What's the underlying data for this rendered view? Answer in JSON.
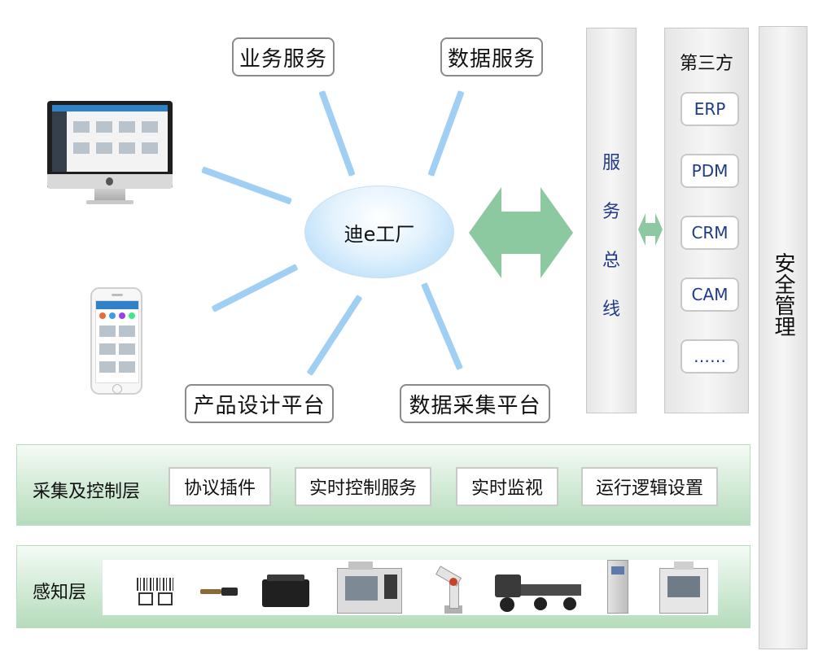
{
  "center": {
    "label": "迪e工厂"
  },
  "services": {
    "business": "业务服务",
    "data": "数据服务",
    "product_design": "产品设计平台",
    "data_collection": "数据采集平台"
  },
  "bus": {
    "chars": [
      "服",
      "务",
      "总",
      "线"
    ]
  },
  "third_party": {
    "title": "第三方",
    "items": [
      "ERP",
      "PDM",
      "CRM",
      "CAM",
      "……"
    ]
  },
  "security": {
    "label": "安全管理"
  },
  "control_layer": {
    "title": "采集及控制层",
    "items": [
      "协议插件",
      "实时控制服务",
      "实时监视",
      "运行逻辑设置"
    ]
  },
  "perception_layer": {
    "title": "感知层"
  },
  "colors": {
    "ray": "#9fd0f3",
    "arrow": "#8cc9a0",
    "bus_text": "#1f3a8a",
    "layer_green": "#b5dcbc"
  }
}
